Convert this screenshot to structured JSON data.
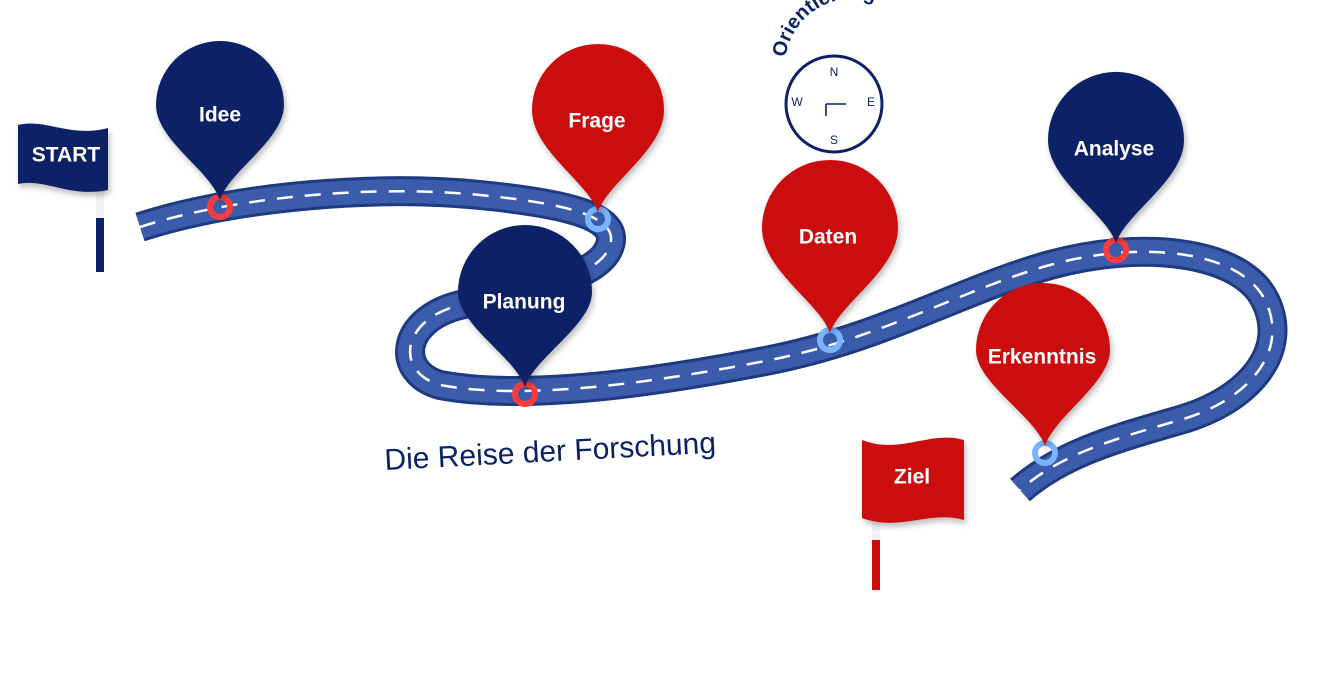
{
  "colors": {
    "navy": "#0b2366",
    "red": "#cc0a0a",
    "road": "#2f4f9c",
    "road_edge": "#1e3a80",
    "lane": "#ffffff",
    "marker_red": "#ff3b3b",
    "marker_blue": "#7ab3ff"
  },
  "title": "Die Reise der Forschung",
  "compass": {
    "title": "Orientierung",
    "north": "N",
    "east": "E",
    "south": "S",
    "west": "W"
  },
  "flags": {
    "start": {
      "label": "START",
      "color": "navy"
    },
    "goal": {
      "label": "Ziel",
      "color": "red"
    }
  },
  "pins": [
    {
      "label": "Idee",
      "color": "navy",
      "marker": "red"
    },
    {
      "label": "Frage",
      "color": "red",
      "marker": "blue"
    },
    {
      "label": "Planung",
      "color": "navy",
      "marker": "red"
    },
    {
      "label": "Daten",
      "color": "red",
      "marker": "blue"
    },
    {
      "label": "Analyse",
      "color": "navy",
      "marker": "red"
    },
    {
      "label": "Erkenntnis",
      "color": "red",
      "marker": "blue"
    }
  ]
}
